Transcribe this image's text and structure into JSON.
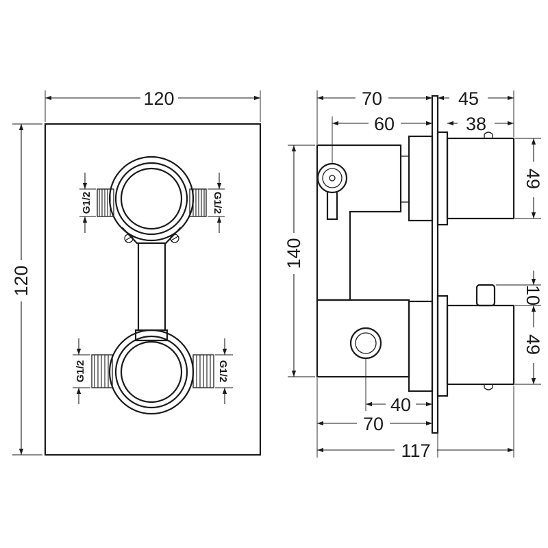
{
  "front_view": {
    "width_label": "120",
    "height_label": "120",
    "thread_labels": [
      "G1/2",
      "G1/2",
      "G1/2",
      "G1/2"
    ]
  },
  "side_view": {
    "top_dims": [
      "70",
      "45",
      "60",
      "38"
    ],
    "height_label": "140",
    "right_dims": [
      "49",
      "10",
      "49"
    ],
    "bottom_dims": [
      "40",
      "70",
      "117"
    ]
  }
}
